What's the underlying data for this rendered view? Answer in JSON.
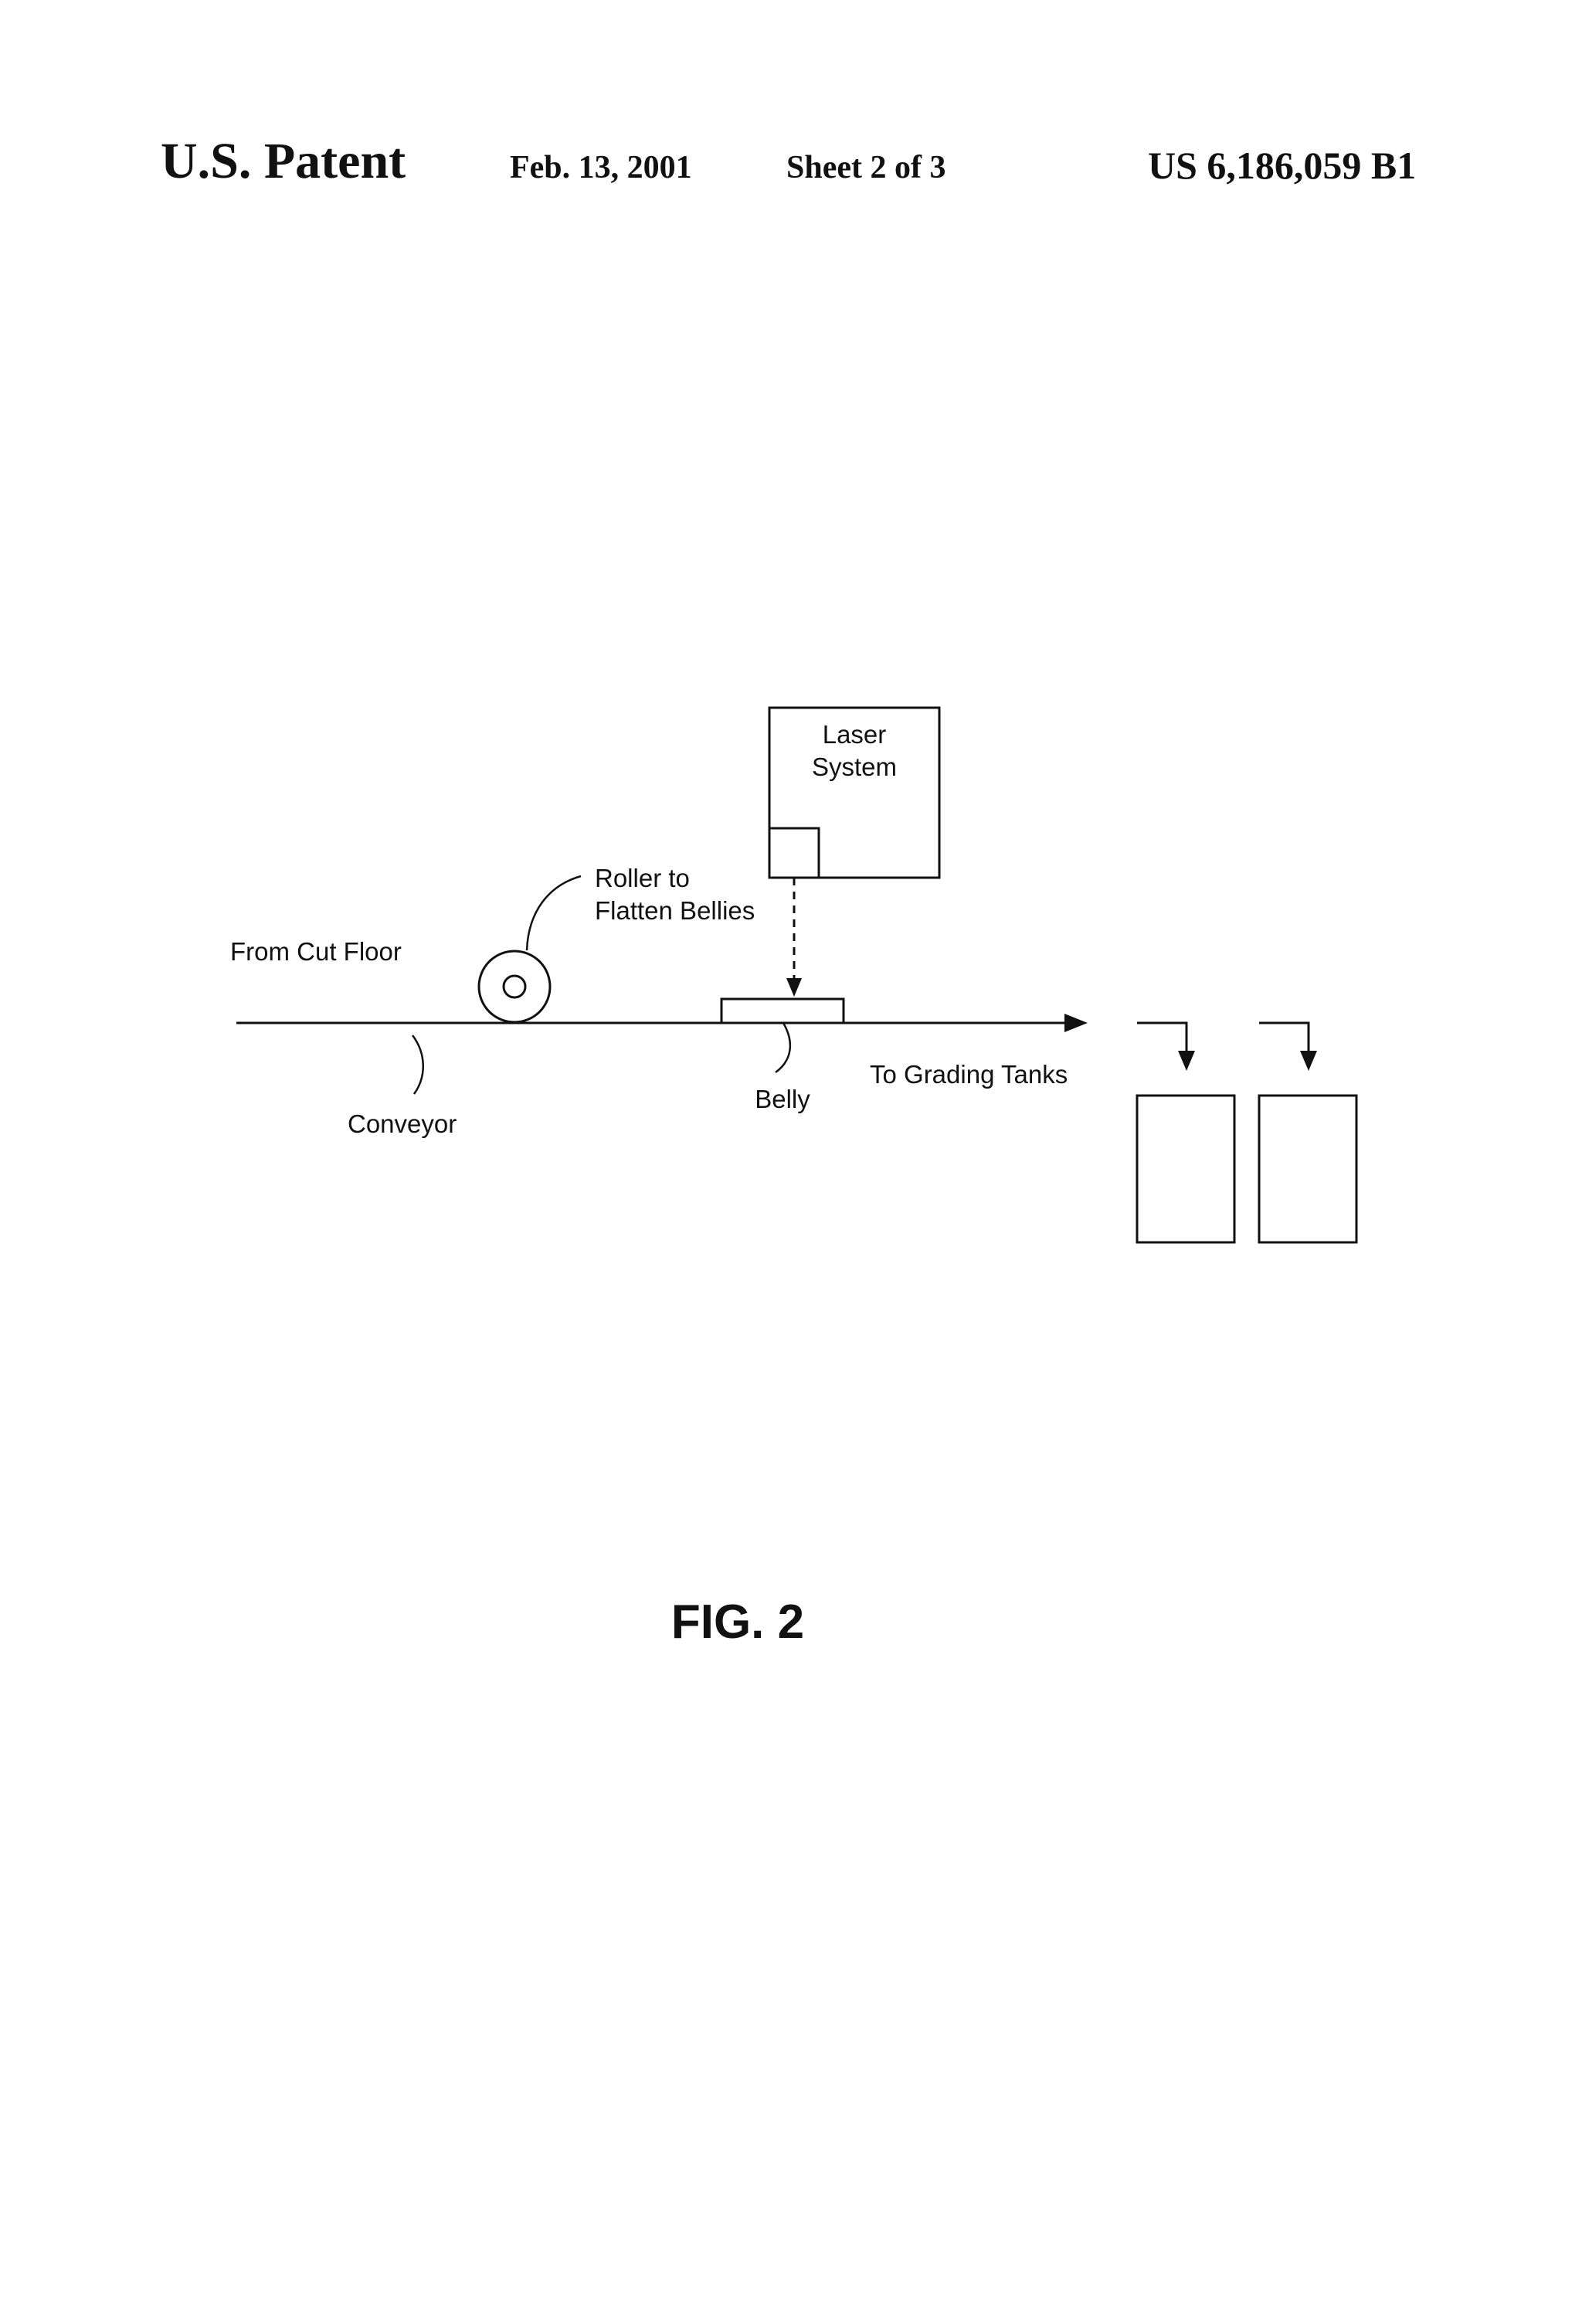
{
  "header": {
    "left": "U.S. Patent",
    "date": "Feb. 13, 2001",
    "sheet": "Sheet 2 of 3",
    "patent_number": "US 6,186,059 B1"
  },
  "figure": {
    "labels": {
      "laser_line1": "Laser",
      "laser_line2": "System",
      "roller_line1": "Roller to",
      "roller_line2": "Flatten Bellies",
      "from_cut_floor": "From Cut Floor",
      "conveyor": "Conveyor",
      "belly": "Belly",
      "to_grading_tanks": "To Grading Tanks"
    },
    "caption": "FIG. 2"
  }
}
